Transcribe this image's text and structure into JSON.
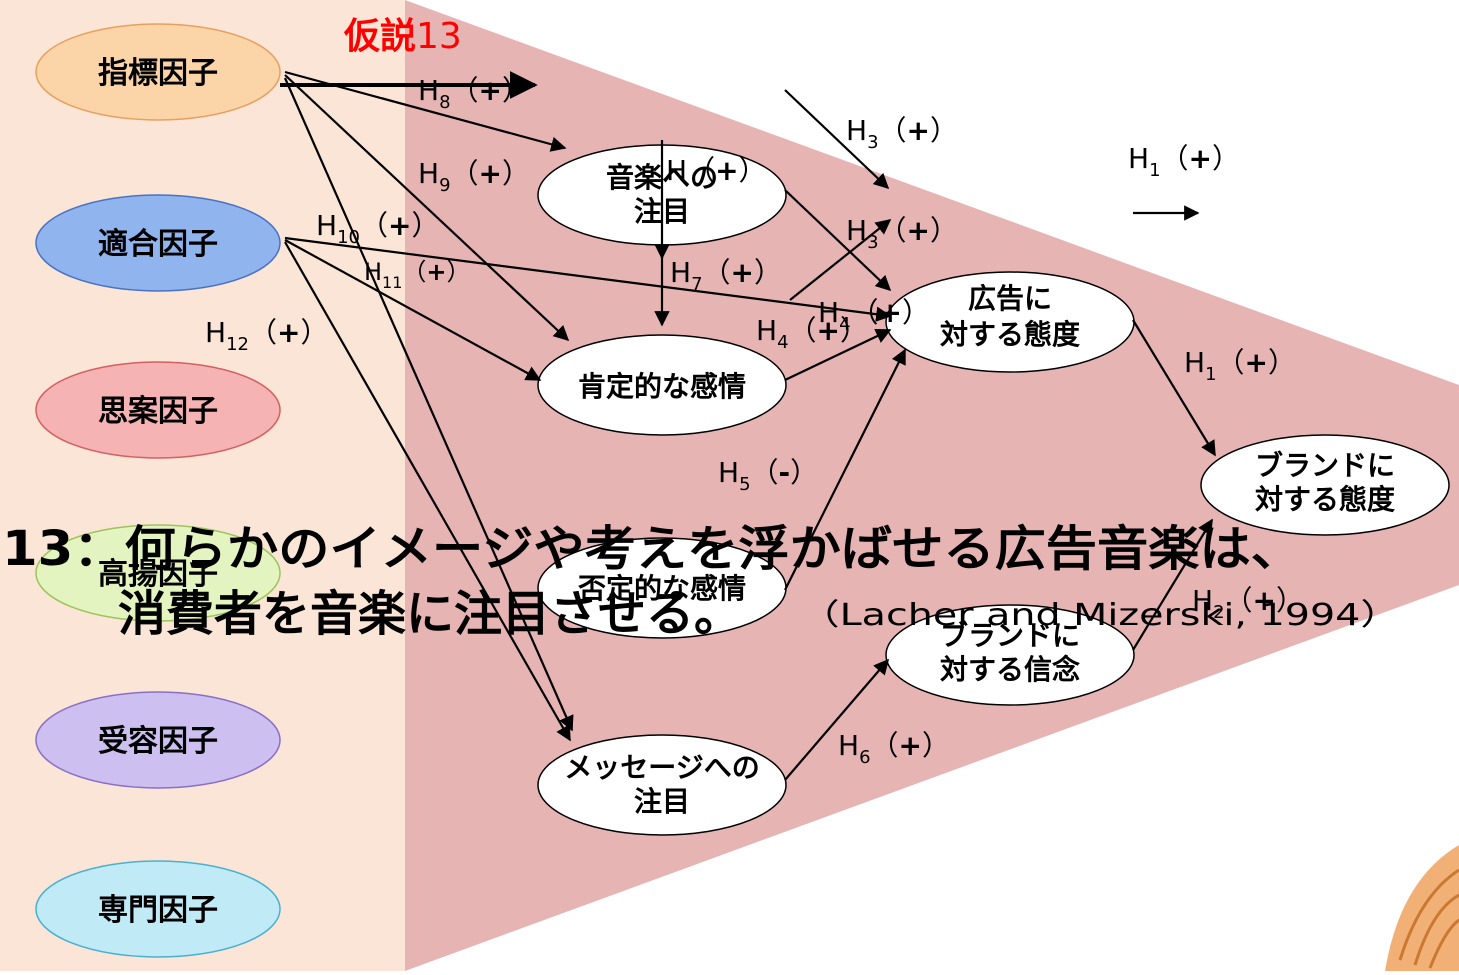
{
  "hypothesis_title": {
    "label": "仮説",
    "number": "13"
  },
  "factors": [
    {
      "label": "指標因子",
      "color": "#fbd5a8"
    },
    {
      "label": "適合因子",
      "color": "#8fb4ee"
    },
    {
      "label": "思案因子",
      "color": "#f6b3b3"
    },
    {
      "label": "高揚因子",
      "color": "#e3f4c0"
    },
    {
      "label": "受容因子",
      "color": "#cdbff0"
    },
    {
      "label": "専門因子",
      "color": "#bfeaf6"
    }
  ],
  "constructs": {
    "music_attention": "音楽への\n注目",
    "positive_emotion": "肯定的な感情",
    "negative_emotion": "否定的な感情",
    "message_attention": "メッセージへの\n注目",
    "ad_attitude": "広告に\n対する態度",
    "brand_belief": "ブランドに\n対する信念",
    "brand_attitude": "ブランドに\n対する態度"
  },
  "paths": [
    {
      "h": "H",
      "sub": "8",
      "sign": "+"
    },
    {
      "h": "H",
      "sub": "9",
      "sign": "+"
    },
    {
      "h": "H",
      "sub": "10",
      "sign": "+"
    },
    {
      "h": "H",
      "sub": "11",
      "sign": "+"
    },
    {
      "h": "H",
      "sub": "12",
      "sign": "+"
    },
    {
      "h": "H",
      "sub": "3",
      "sign": "+"
    },
    {
      "h": "H",
      "sub": "3",
      "sign": "+"
    },
    {
      "h": "H",
      "sub": "1",
      "sign": "+"
    },
    {
      "h": "H",
      "sub": "1",
      "sign": "+"
    },
    {
      "h": "H",
      "sub": "7",
      "sign": "+"
    },
    {
      "h": "H",
      "sub": "4",
      "sign": "+"
    },
    {
      "h": "H",
      "sub": "4",
      "sign": "+"
    },
    {
      "h": "H",
      "sub": "5",
      "sign": "-"
    },
    {
      "h": "H",
      "sub": "6",
      "sign": "+"
    },
    {
      "h": "H",
      "sub": "2",
      "sign": "+"
    },
    {
      "h": "H",
      "sub": "",
      "sign": "+"
    }
  ],
  "hypothesis_statement": {
    "line1": "13：何らかのイメージや考えを浮かばせる広告音楽は、",
    "line2": "消費者を音楽に注目させる。",
    "citation": "（Lacher and Mizerski, 1994）"
  },
  "colors": {
    "left_panel": "#fbe5d6",
    "wedge": "#e7b4b4",
    "title_red": "#ff0000",
    "arrow": "#000000"
  }
}
